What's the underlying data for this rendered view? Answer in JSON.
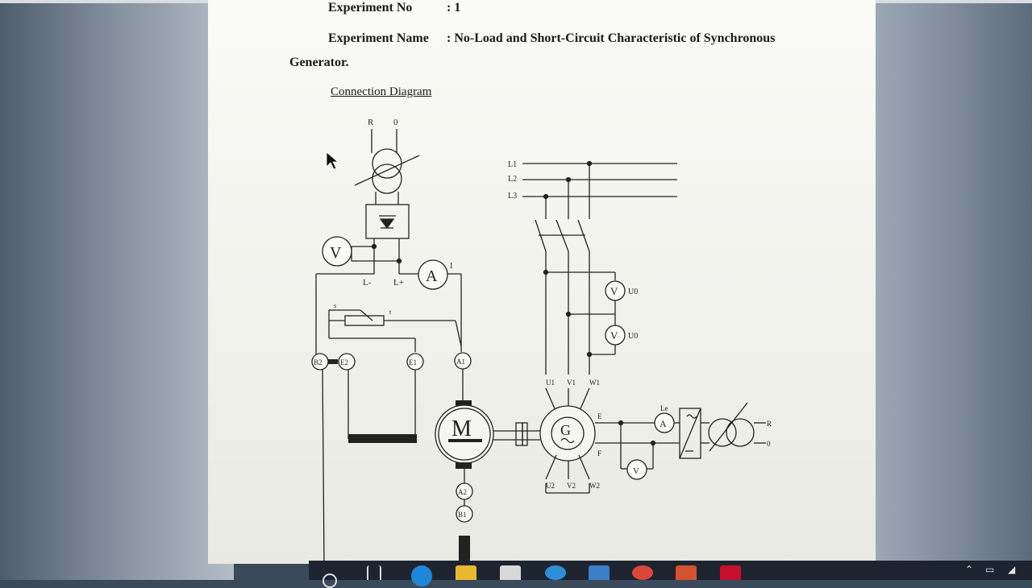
{
  "document": {
    "experiment_no_label": "Experiment No",
    "experiment_no_value": ": 1",
    "experiment_name_label": "Experiment Name",
    "experiment_name_value": ": No-Load and Short-Circuit Characteristic of Synchronous",
    "experiment_name_cont": "Generator.",
    "diagram_title": "Connection Diagram"
  },
  "diagram": {
    "supply_r": "R",
    "supply_0": "0",
    "l1": "L1",
    "l2": "L2",
    "l3": "L3",
    "voltmeter": "V",
    "ammeter": "A",
    "current_i": "I",
    "l_minus": "L-",
    "l_plus": "L+",
    "rheostat_s": "s",
    "rheostat_t": "t",
    "b2": "B2",
    "e2": "E2",
    "e1": "E1",
    "a1": "A1",
    "a2": "A2",
    "b1": "B1",
    "motor": "M",
    "generator": "G",
    "u1": "U1",
    "v1": "V1",
    "w1": "W1",
    "u2": "U2",
    "v2": "V2",
    "w2": "W2",
    "u0": "U0",
    "e_terminal": "E",
    "f_terminal": "F",
    "exc_current": "Le",
    "out_r": "R",
    "out_0": "0"
  },
  "taskbar": {
    "icons": [
      "search-icon",
      "task-view-icon",
      "edge-icon",
      "folder-icon",
      "store-icon",
      "ie-icon",
      "mail-icon",
      "chrome-icon",
      "powerpoint-icon",
      "acrobat-icon"
    ]
  }
}
